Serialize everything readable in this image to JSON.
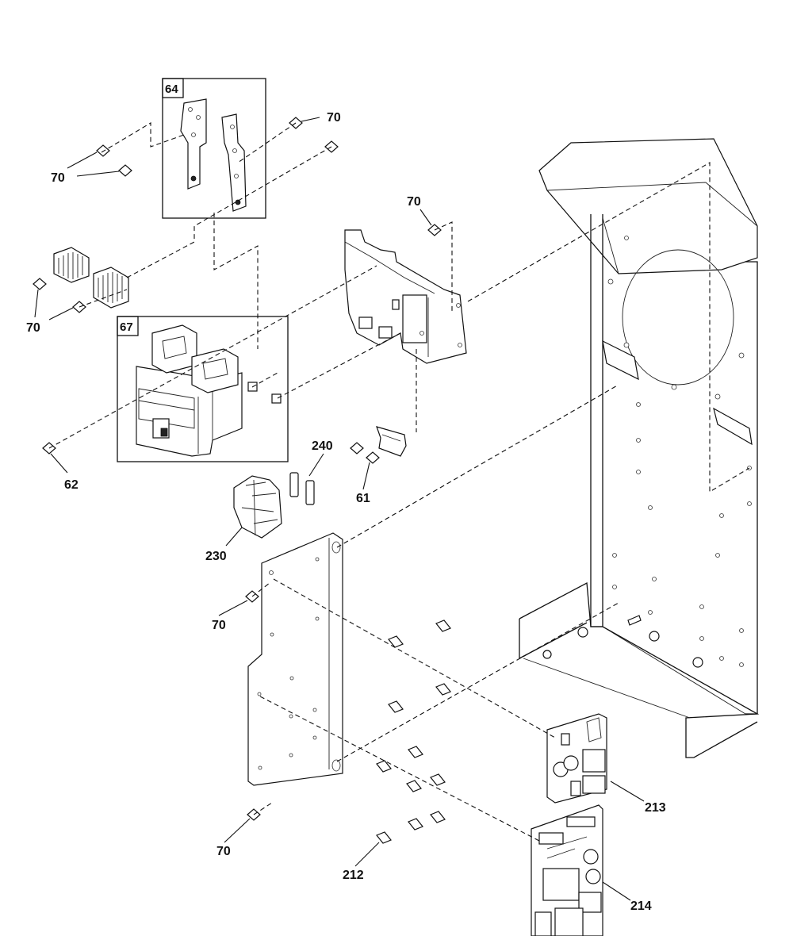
{
  "callouts": {
    "c64": "64",
    "c67": "67",
    "c70_a": "70",
    "c70_b": "70",
    "c70_c": "70",
    "c70_d": "70",
    "c70_e": "70",
    "c70_f": "70",
    "c62": "62",
    "c61": "61",
    "c240": "240",
    "c230": "230",
    "c213": "213",
    "c212": "212",
    "c214": "214"
  }
}
